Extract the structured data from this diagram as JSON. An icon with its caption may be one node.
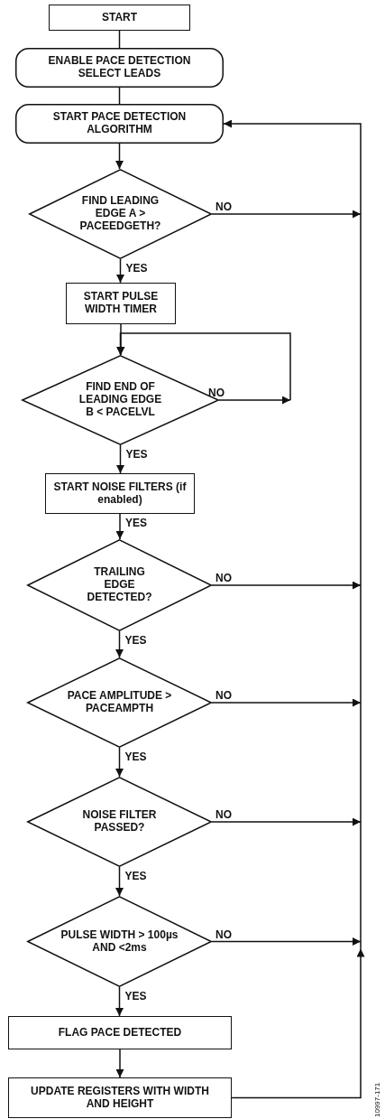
{
  "diagram": {
    "nodes": [
      {
        "text": [
          "START"
        ]
      },
      {
        "text": [
          "ENABLE PACE DETECTION SELECT LEADS"
        ]
      },
      {
        "text": [
          "START PACE DETECTION ALGORITHM"
        ]
      },
      {
        "text": [
          "FIND LEADING EDGE A > PACEEDGETH?"
        ]
      },
      {
        "text": [
          "START PULSE WIDTH TIMER"
        ]
      },
      {
        "text": [
          "FIND END OF LEADING EDGE B < PACELVL"
        ]
      },
      {
        "text": [
          "START NOISE FILTERS (if enabled)"
        ]
      },
      {
        "text": [
          "TRAILING EDGE DETECTED?"
        ]
      },
      {
        "text": [
          "PACE AMPLITUDE > PACEAMPTH"
        ]
      },
      {
        "text": [
          "NOISE FILTER PASSED?"
        ]
      },
      {
        "text": [
          "PULSE WIDTH > 100µs AND <2ms"
        ]
      },
      {
        "text": [
          "FLAG PACE DETECTED"
        ]
      },
      {
        "text": [
          "UPDATE REGISTERS WITH WIDTH AND HEIGHT"
        ]
      }
    ],
    "edges": [
      {
        "from": 0,
        "to": 1,
        "arrow": "none"
      },
      {
        "from": 1,
        "to": 2,
        "arrow": "none"
      },
      {
        "from": 2,
        "to": 3,
        "arrow": "to"
      },
      {
        "from": 3,
        "to": 4,
        "arrow": "to",
        "label": "YES"
      },
      {
        "from": 3,
        "to": 2,
        "arrow": "to",
        "label": "NO"
      },
      {
        "from": 4,
        "to": 5,
        "arrow": "to"
      },
      {
        "from": 5,
        "to": 5,
        "arrow": "to",
        "label": "NO"
      },
      {
        "from": 5,
        "to": 6,
        "arrow": "to",
        "label": "YES"
      },
      {
        "from": 6,
        "to": 7,
        "arrow": "to",
        "label": "YES"
      },
      {
        "from": 7,
        "to": 8,
        "arrow": "to",
        "label": "YES"
      },
      {
        "from": 7,
        "to": 2,
        "arrow": "to",
        "label": "NO"
      },
      {
        "from": 8,
        "to": 9,
        "arrow": "to",
        "label": "YES"
      },
      {
        "from": 8,
        "to": 2,
        "arrow": "to",
        "label": "NO"
      },
      {
        "from": 9,
        "to": 10,
        "arrow": "to",
        "label": "YES"
      },
      {
        "from": 9,
        "to": 2,
        "arrow": "to",
        "label": "NO"
      },
      {
        "from": 10,
        "to": 11,
        "arrow": "to",
        "label": "YES"
      },
      {
        "from": 10,
        "to": 2,
        "arrow": "to",
        "label": "NO"
      },
      {
        "from": 11,
        "to": 12,
        "arrow": "to"
      },
      {
        "from": 12,
        "to": 2,
        "arrow": "to"
      }
    ],
    "labels": [
      "10997-171"
    ]
  }
}
